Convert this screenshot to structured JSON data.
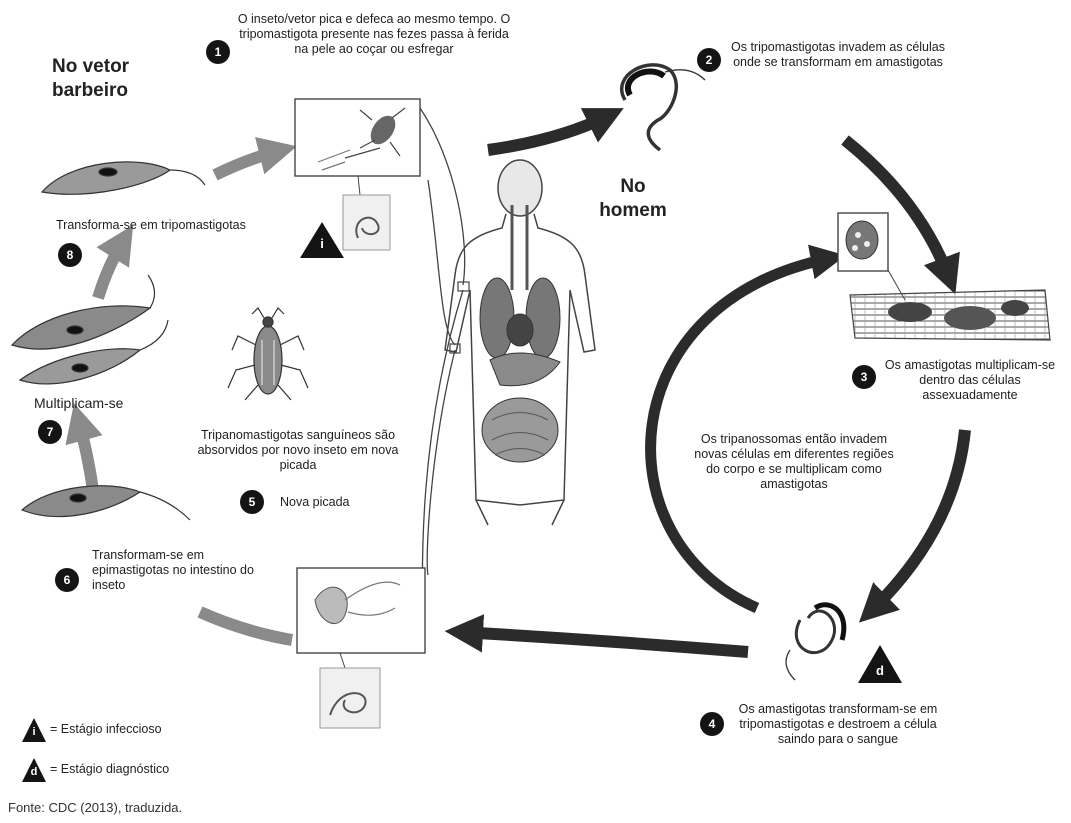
{
  "labels": {
    "vector_heading": "No vetor\nbarbeiro",
    "human_heading": "No\nhomem"
  },
  "steps": [
    {
      "n": "1",
      "text": "O inseto/vetor pica e defeca ao mesmo tempo. O tripomastigota presente nas fezes passa à ferida na pele ao  coçar ou esfregar"
    },
    {
      "n": "2",
      "text": "Os tripomastigotas invadem as células onde se transformam em amastigotas"
    },
    {
      "n": "3",
      "text": "Os amastigotas multiplicam-se dentro das células assexuadamente"
    },
    {
      "n": "4",
      "text": "Os amastigotas transformam-se em tripomastigotas e destroem a célula saindo para o sangue"
    },
    {
      "n": "5",
      "text": "Nova picada"
    },
    {
      "n": "6",
      "text": "Transformam-se em epimastigotas no intestino do inseto"
    },
    {
      "n": "7",
      "text": "Multiplicam-se"
    },
    {
      "n": "8",
      "text": "Transforma-se em tripomastigotas"
    }
  ],
  "annotations": {
    "blood_absorbed": "Tripanomastigotas sanguíneos são absorvidos por novo inseto em nova picada",
    "invade_cells": "Os tripanossomas então invadem novas células em diferentes regiões do corpo e se multiplicam como amastigotas"
  },
  "markers": {
    "infective": "i",
    "diagnostic": "d"
  },
  "legend": {
    "infective": "= Estágio infeccioso",
    "diagnostic": "= Estágio diagnóstico"
  },
  "source": "Fonte: CDC (2013), traduzida.",
  "colors": {
    "dark_arrow": "#2b2b2b",
    "gray_arrow": "#8a8a8a",
    "badge": "#141414"
  }
}
